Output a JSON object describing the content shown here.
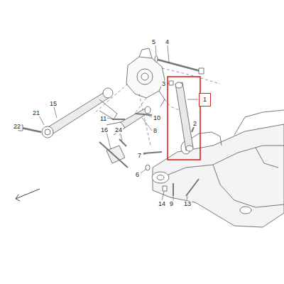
{
  "diagram": {
    "nodes": [
      {
        "text": [
          "1"
        ]
      }
    ],
    "edges": [],
    "labels": [
      "5",
      "4",
      "3",
      "2",
      "21",
      "15",
      "22",
      "11",
      "10",
      "8",
      "16",
      "24",
      "7",
      "6",
      "14",
      "9",
      "13"
    ]
  }
}
